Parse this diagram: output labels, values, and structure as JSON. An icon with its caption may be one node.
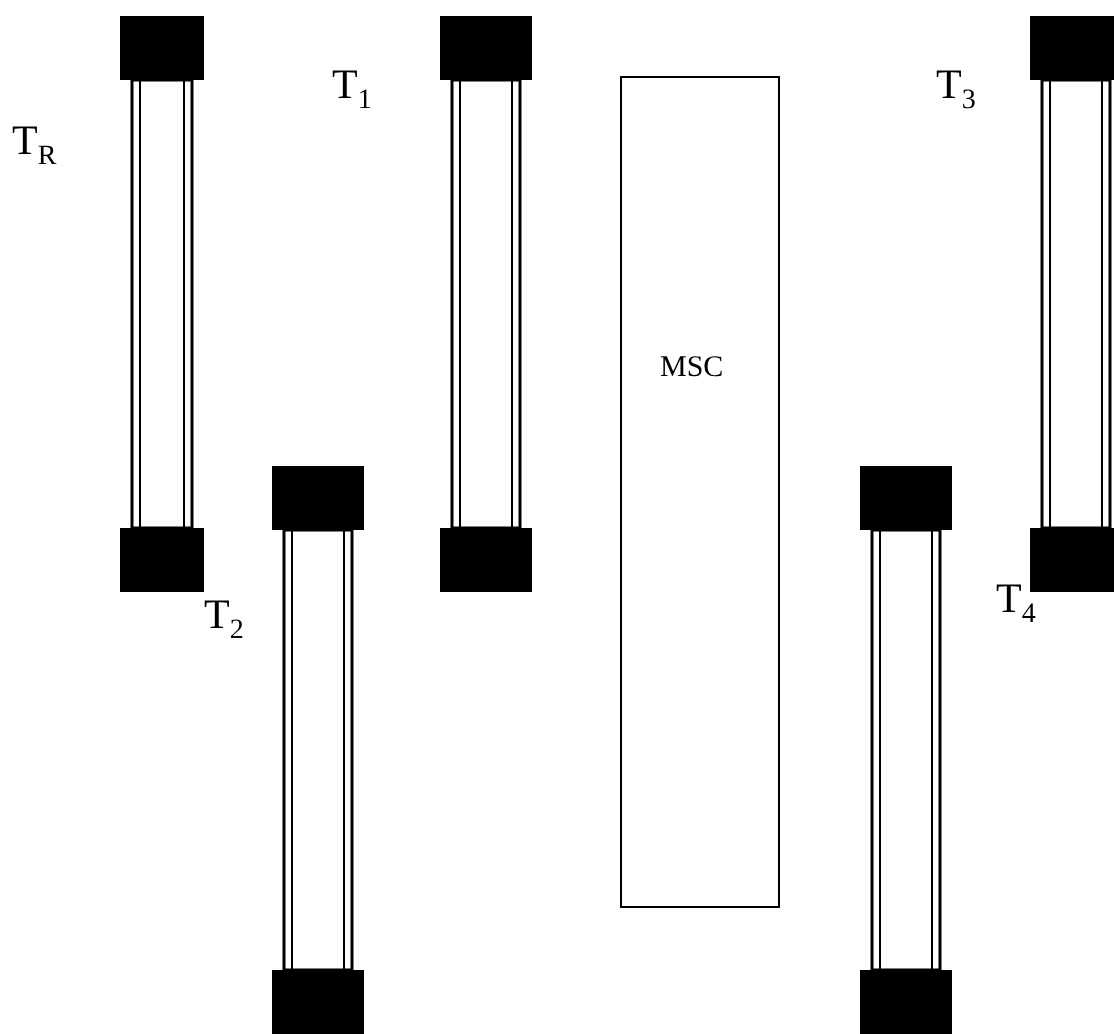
{
  "diagram": {
    "nodes": [
      {
        "text": [
          "T$_{R}$"
        ]
      },
      {
        "text": [
          "T$_{1}$"
        ]
      },
      {
        "text": [
          "MSC"
        ]
      },
      {
        "text": [
          "T$_{3}$"
        ]
      },
      {
        "text": [
          "T$_{2}$"
        ]
      },
      {
        "text": [
          "T$_{4}$"
        ]
      }
    ]
  }
}
